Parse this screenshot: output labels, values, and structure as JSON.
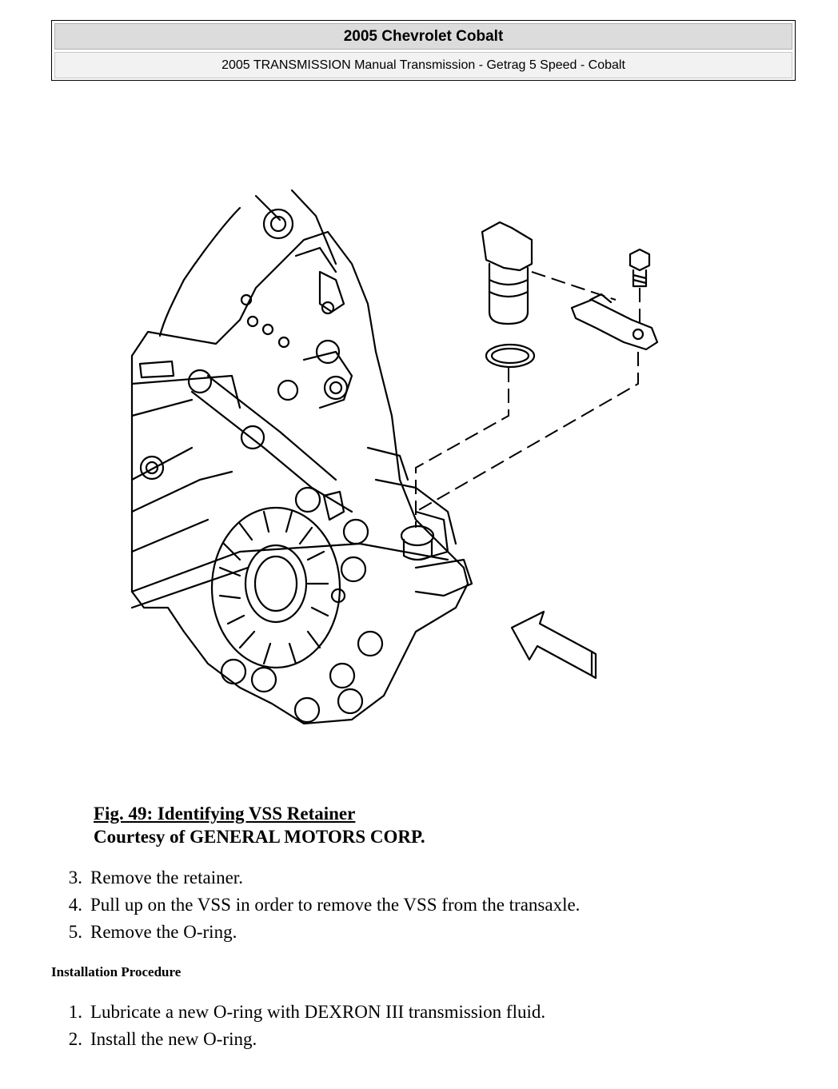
{
  "header": {
    "title": "2005 Chevrolet Cobalt",
    "subtitle": "2005 TRANSMISSION Manual Transmission - Getrag 5 Speed - Cobalt"
  },
  "figure": {
    "caption_title": "Fig. 49: Identifying VSS Retainer",
    "courtesy": "Courtesy of GENERAL MOTORS CORP."
  },
  "removal_steps": [
    {
      "num": "3.",
      "text": "Remove the retainer."
    },
    {
      "num": "4.",
      "text": "Pull up on the VSS in order to remove the VSS from the transaxle."
    },
    {
      "num": "5.",
      "text": "Remove the O-ring."
    }
  ],
  "installation": {
    "heading": "Installation Procedure",
    "steps": [
      {
        "num": "1.",
        "text": "Lubricate a new O-ring with DEXRON III transmission fluid."
      },
      {
        "num": "2.",
        "text": "Install the new O-ring."
      }
    ]
  }
}
